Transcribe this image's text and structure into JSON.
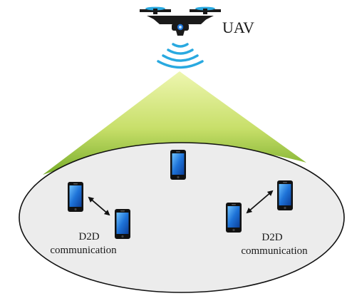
{
  "uav": {
    "label": "UAV",
    "icon": "drone-icon"
  },
  "signal": {
    "icon": "wireless-signal-icon",
    "color": "#29a9e0"
  },
  "coverage": {
    "cone_top_color": "#e8f2a0",
    "cone_bottom_color": "#7fb22e",
    "ground_fill": "#ececec"
  },
  "devices": {
    "icon": "smartphone-icon",
    "screen_color": "#1e73d8"
  },
  "d2d_left": {
    "line1": "D2D",
    "line2": "communication"
  },
  "d2d_right": {
    "line1": "D2D",
    "line2": "communication"
  }
}
